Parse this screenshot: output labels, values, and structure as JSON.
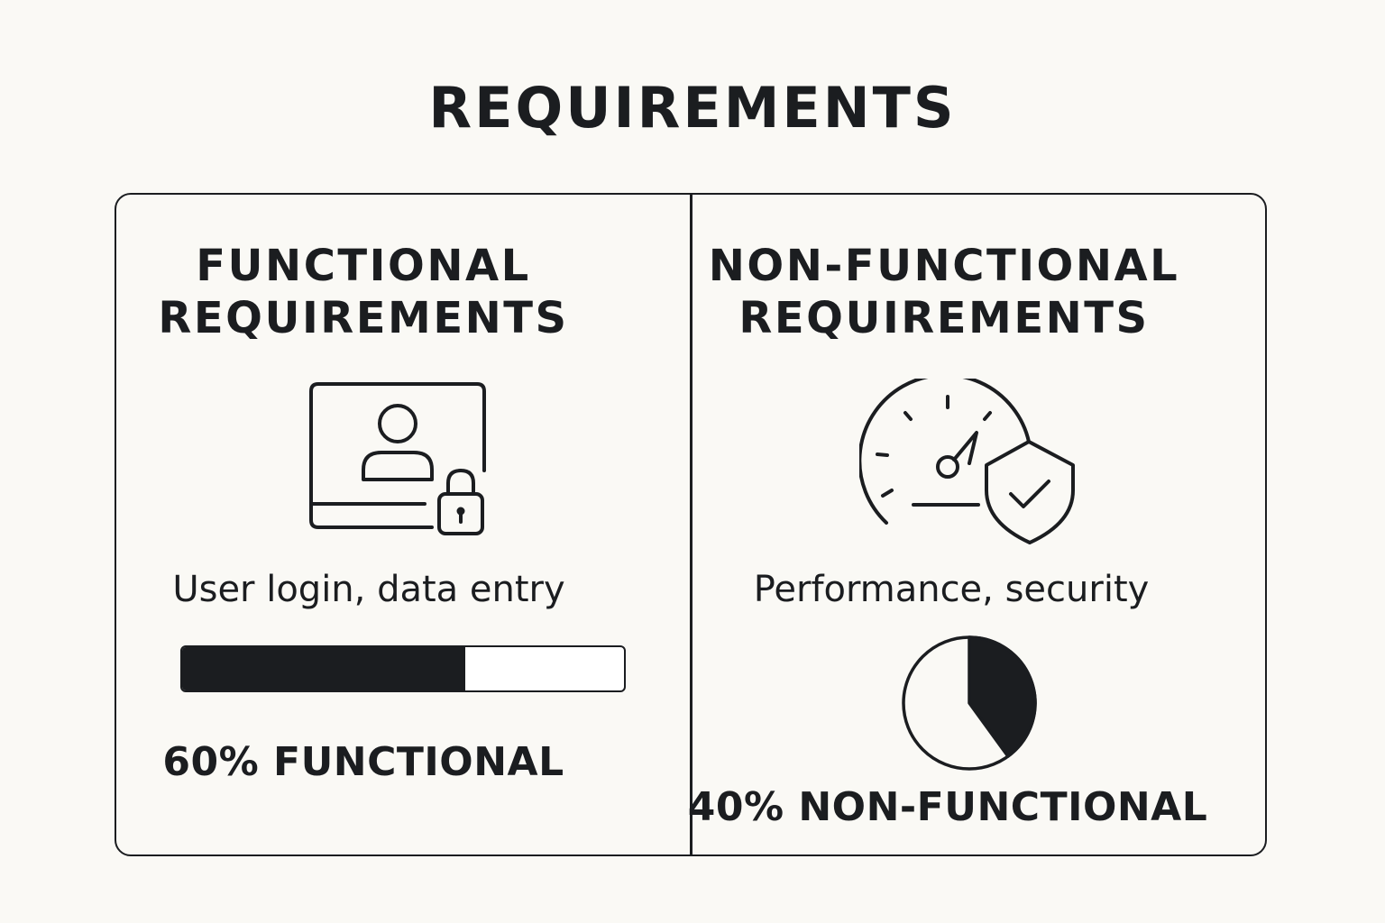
{
  "title": "REQUIREMENTS",
  "functional": {
    "heading_line1": "FUNCTIONAL",
    "heading_line2": "REQUIREMENTS",
    "icon": "user-profile-lock-icon",
    "description": "User login, data entry",
    "progress_fraction": 0.64,
    "stat_label": "60% FUNCTIONAL"
  },
  "non_functional": {
    "heading_line1": "NON-FUNCTIONAL",
    "heading_line2": "REQUIREMENTS",
    "icon": "speedometer-shield-icon",
    "description": "Performance, security",
    "pie_fraction": 0.4,
    "stat_label": "40% NON-FUNCTIONAL"
  },
  "colors": {
    "ink": "#1b1d20",
    "background": "#faf9f5",
    "fill_empty": "#ffffff"
  }
}
